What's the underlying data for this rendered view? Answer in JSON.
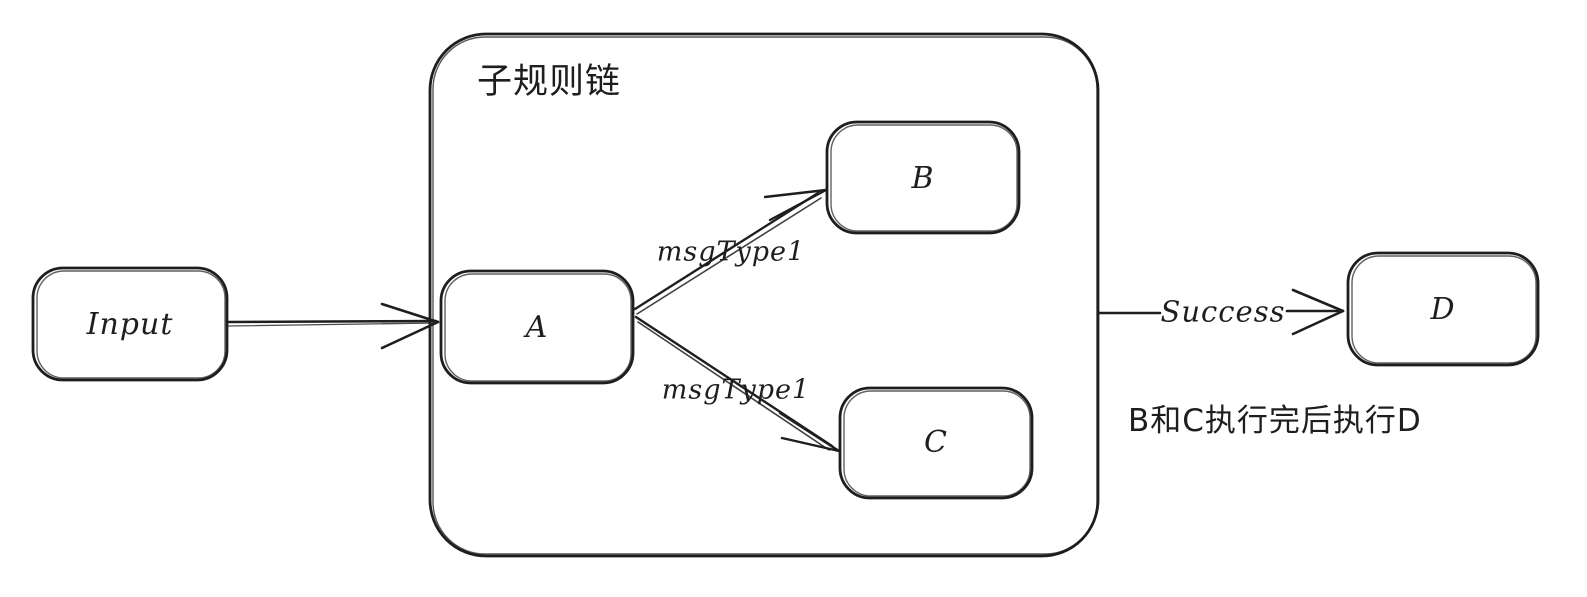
{
  "canvas": {
    "background": "#ffffff",
    "ink_color": "#1e1e1e",
    "style": "hand-drawn flow diagram"
  },
  "container": {
    "label": "子规则链"
  },
  "nodes": {
    "input": {
      "label": "Input"
    },
    "a": {
      "label": "A"
    },
    "b": {
      "label": "B"
    },
    "c": {
      "label": "C"
    },
    "d": {
      "label": "D"
    }
  },
  "edges": {
    "input_to_a": {
      "from": "Input",
      "to": "A",
      "label": ""
    },
    "a_to_b": {
      "from": "A",
      "to": "B",
      "label": "msgType1"
    },
    "a_to_c": {
      "from": "A",
      "to": "C",
      "label": "msgType1"
    },
    "chain_to_d": {
      "from": "子规则链",
      "to": "D",
      "label": "Success"
    }
  },
  "annotation": {
    "text": "B和C执行完后执行D"
  }
}
